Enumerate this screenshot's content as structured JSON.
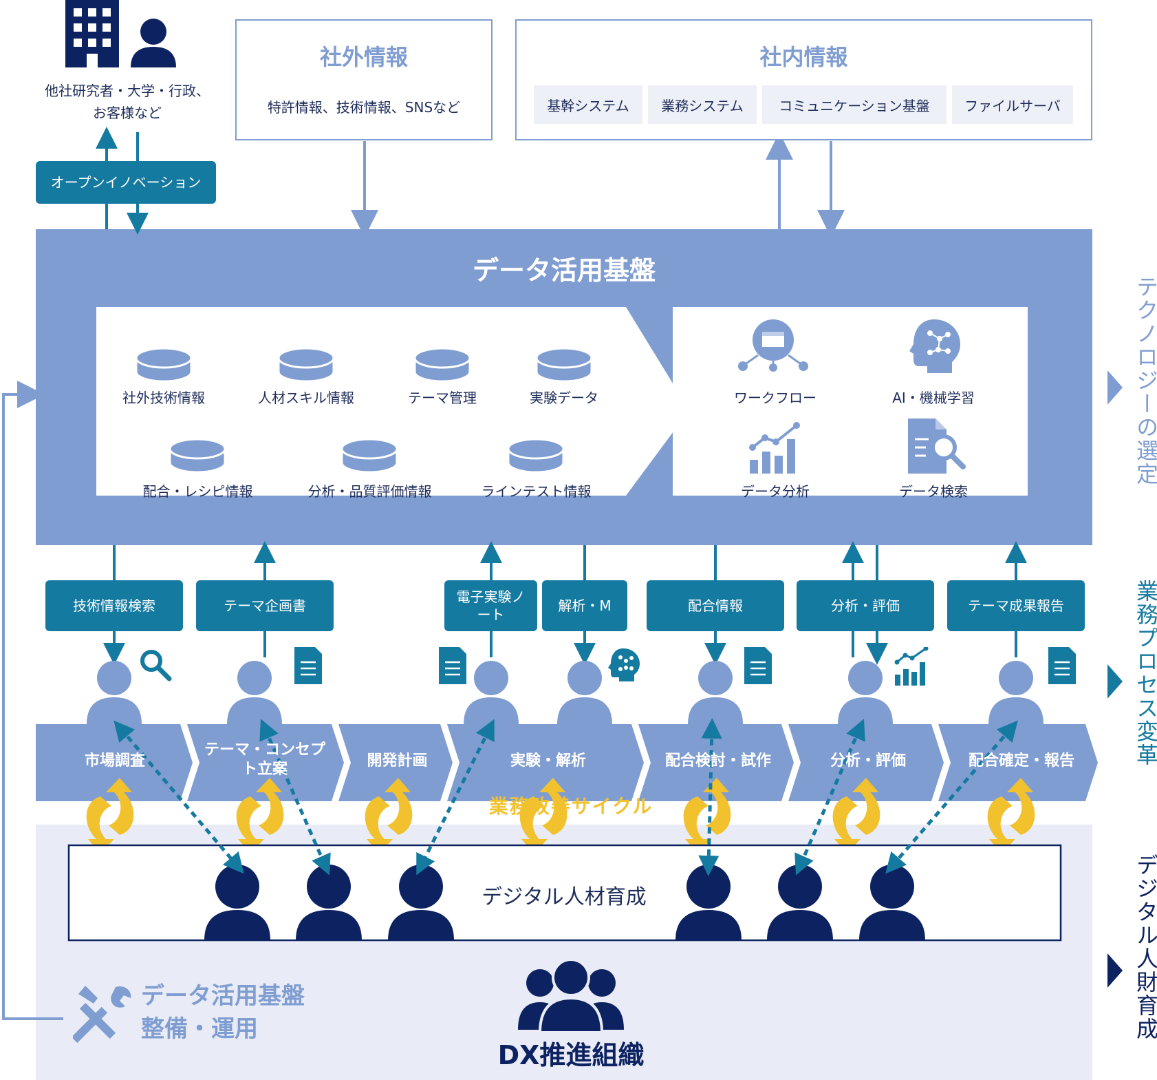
{
  "external_partners": {
    "line1": "他社研究者・大学・行政、",
    "line2": "お客様など"
  },
  "open_innovation": "オープンイノベーション",
  "outside_info": {
    "title": "社外情報",
    "items": "特許情報、技術情報、SNSなど"
  },
  "inside_info": {
    "title": "社内情報",
    "items": [
      "基幹システム",
      "業務システム",
      "コミュニケーション基盤",
      "ファイルサーバ"
    ]
  },
  "platform": {
    "title": "データ活用基盤",
    "databases": [
      "社外技術情報",
      "人材スキル情報",
      "テーマ管理",
      "実験データ",
      "配合・レシピ情報",
      "分析・品質評価情報",
      "ラインテスト情報"
    ],
    "tools": [
      "ワークフロー",
      "AI・機械学習",
      "データ分析",
      "データ検索"
    ]
  },
  "exchanges": [
    "技術情報検索",
    "テーマ企画書",
    "電子実験ノート",
    "解析・M",
    "配合情報",
    "分析・評価",
    "テーマ成果報告"
  ],
  "processes": [
    "市場調査",
    "テーマ・コンセプト立案",
    "開発計画",
    "実験・解析",
    "配合検討・試作",
    "分析・評価",
    "配合確定・報告"
  ],
  "improvement_cycle": "業務改善サイクル",
  "talent_box": "デジタル人材育成",
  "maintenance": {
    "line1": "データ活用基盤",
    "line2": "整備・運用"
  },
  "dx_org": "DX推進組織",
  "side_labels": [
    "テクノロジーの選定",
    "業務プロセス変革",
    "デジタル人財育成"
  ],
  "colors": {
    "navy": "#0d2260",
    "platform": "#7f9dd1",
    "teal": "#157aa0",
    "gold": "#f2c12e",
    "dx_bg": "#e9ecf7"
  }
}
